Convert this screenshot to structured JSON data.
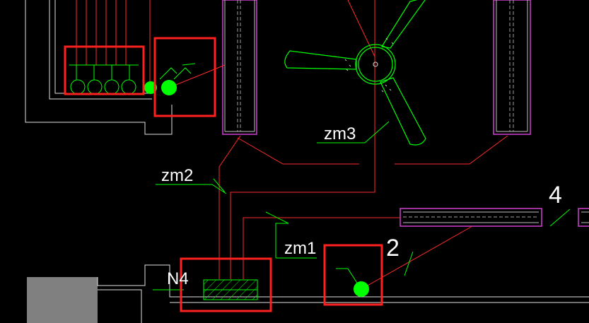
{
  "drawing": {
    "background": "#000000",
    "colors": {
      "wire": "#ff2a2a",
      "selection": "#ff2020",
      "fixture": "#00ff00",
      "wall": "#e8e8e8",
      "window_frame": "#d040d0",
      "leader": "#00ff00",
      "text": "#ffffff",
      "block": "#808080"
    },
    "labels": {
      "zm1": "zm1",
      "zm2": "zm2",
      "zm3": "zm3",
      "n4": "N4",
      "num2": "2",
      "num4": "4"
    },
    "icons": {
      "fan": "ceiling-fan-icon",
      "distribution_box": "distribution-box-icon",
      "lamp": "lamp-icon",
      "switch": "switch-icon",
      "socket_group": "socket-group-icon"
    }
  }
}
